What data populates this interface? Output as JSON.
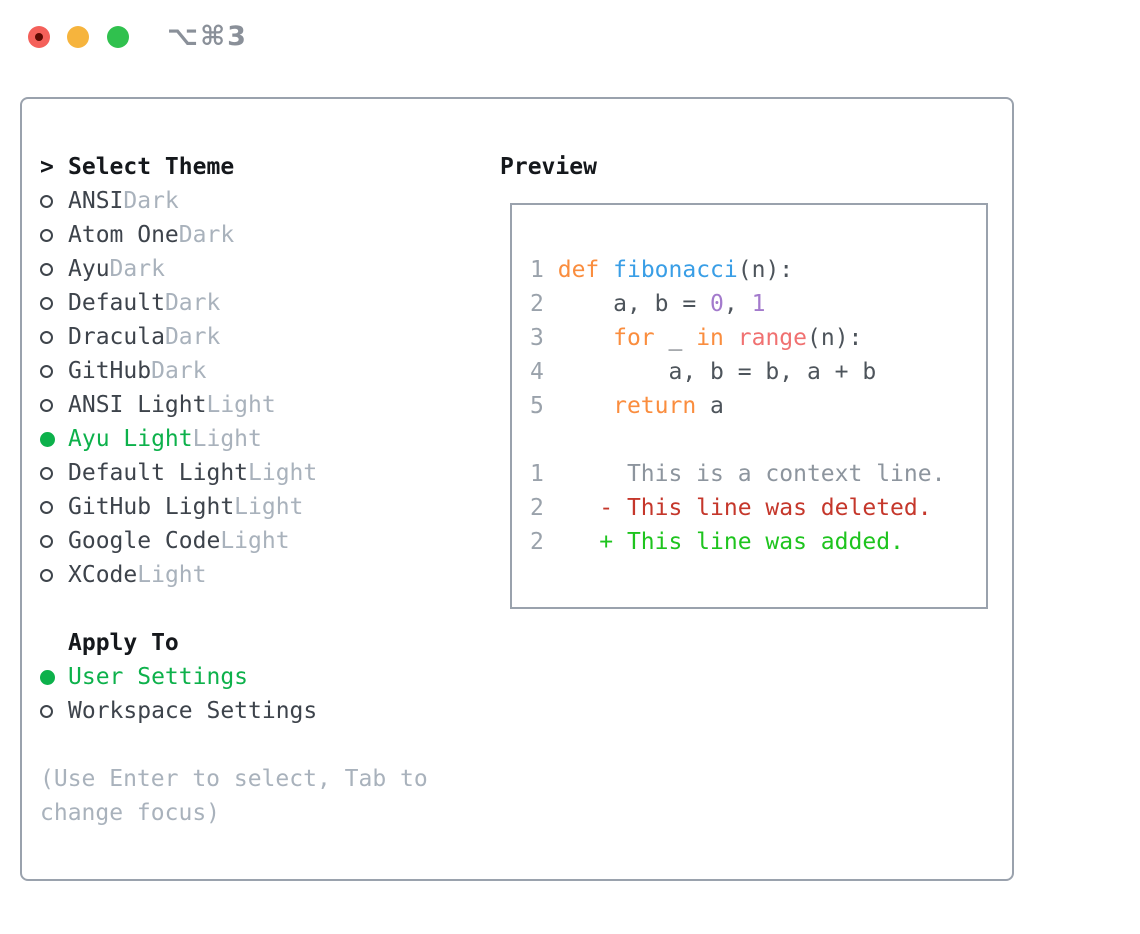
{
  "window": {
    "shortcut_label": "⌥⌘3",
    "traffic_lights": {
      "red": "#f4605a",
      "red_inner_dot": "#5c0a03",
      "yellow": "#f6b43d",
      "green": "#30c14e"
    }
  },
  "theme_list": {
    "prompt": ">",
    "header": "Select Theme",
    "items": [
      {
        "name": "ANSI",
        "variant": "Dark",
        "selected": false
      },
      {
        "name": "Atom One",
        "variant": "Dark",
        "selected": false
      },
      {
        "name": "Ayu",
        "variant": "Dark",
        "selected": false
      },
      {
        "name": "Default",
        "variant": "Dark",
        "selected": false
      },
      {
        "name": "Dracula",
        "variant": "Dark",
        "selected": false
      },
      {
        "name": "GitHub",
        "variant": "Dark",
        "selected": false
      },
      {
        "name": "ANSI Light",
        "variant": "Light",
        "selected": false
      },
      {
        "name": "Ayu Light",
        "variant": "Light",
        "selected": true
      },
      {
        "name": "Default Light",
        "variant": "Light",
        "selected": false
      },
      {
        "name": "GitHub Light",
        "variant": "Light",
        "selected": false
      },
      {
        "name": "Google Code",
        "variant": "Light",
        "selected": false
      },
      {
        "name": "XCode",
        "variant": "Light",
        "selected": false
      }
    ]
  },
  "apply_to": {
    "header": "Apply To",
    "options": [
      {
        "label": "User Settings",
        "selected": true
      },
      {
        "label": "Workspace Settings",
        "selected": false
      }
    ]
  },
  "help_lines": [
    "(Use Enter to select, Tab to",
    "change focus)"
  ],
  "preview": {
    "header": "Preview",
    "code_lines": [
      {
        "num": "1",
        "tokens": [
          {
            "c": "kw",
            "t": "def"
          },
          {
            "c": "plain",
            "t": " "
          },
          {
            "c": "fn",
            "t": "fibonacci"
          },
          {
            "c": "plain",
            "t": "(n):"
          }
        ]
      },
      {
        "num": "2",
        "tokens": [
          {
            "c": "plain",
            "t": "    a, b = "
          },
          {
            "c": "num",
            "t": "0"
          },
          {
            "c": "plain",
            "t": ", "
          },
          {
            "c": "num",
            "t": "1"
          }
        ]
      },
      {
        "num": "3",
        "tokens": [
          {
            "c": "plain",
            "t": "    "
          },
          {
            "c": "kw",
            "t": "for"
          },
          {
            "c": "plain",
            "t": " _ "
          },
          {
            "c": "kw",
            "t": "in"
          },
          {
            "c": "plain",
            "t": " "
          },
          {
            "c": "call",
            "t": "range"
          },
          {
            "c": "plain",
            "t": "(n):"
          }
        ]
      },
      {
        "num": "4",
        "tokens": [
          {
            "c": "plain",
            "t": "        a, b = b, a + b"
          }
        ]
      },
      {
        "num": "5",
        "tokens": [
          {
            "c": "plain",
            "t": "    "
          },
          {
            "c": "kw",
            "t": "return"
          },
          {
            "c": "plain",
            "t": " a"
          }
        ]
      }
    ],
    "diff_lines": [
      {
        "num": "1",
        "marker": " ",
        "text": "This is a context line.",
        "type": "context"
      },
      {
        "num": "2",
        "marker": "-",
        "text": "This line was deleted.",
        "type": "deleted"
      },
      {
        "num": "2",
        "marker": "+",
        "text": "This line was added.",
        "type": "added"
      }
    ]
  },
  "colors": {
    "selection_green": "#0db14b",
    "diff_added_green": "#1ec41e",
    "diff_deleted_red": "#c5372b",
    "keyword_orange": "#fa8d3e",
    "function_blue": "#399ee6",
    "builtin_coral": "#f07171",
    "number_purple": "#a37acc",
    "muted_gray": "#a9b2bc",
    "border_gray": "#9aa2ad"
  }
}
